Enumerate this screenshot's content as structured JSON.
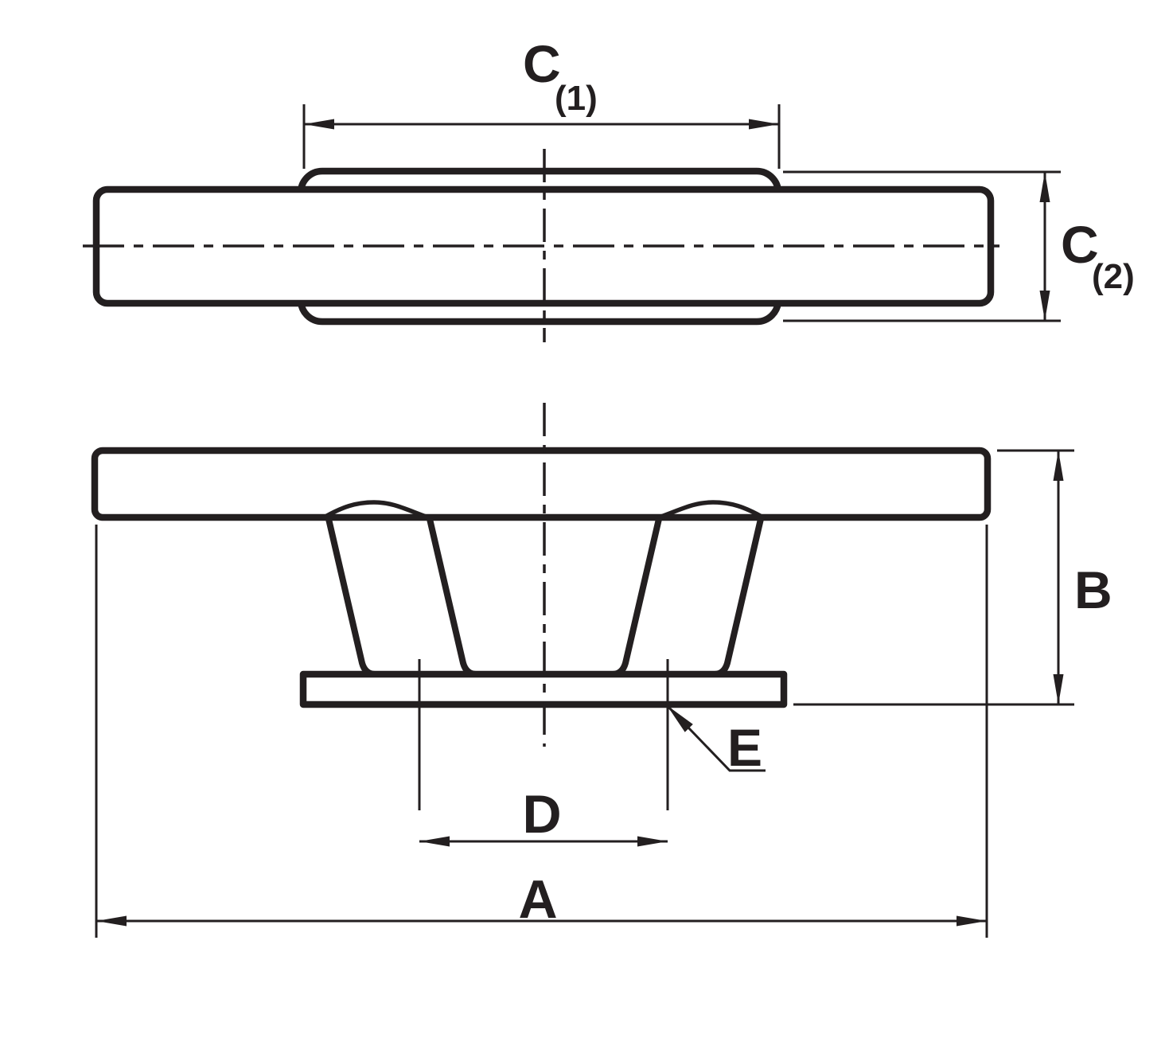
{
  "drawing_type": "technical-dimension-drawing",
  "part": "deck-cleat-two-view-drawing",
  "colors": {
    "ink": "#231f20",
    "background": "#ffffff"
  },
  "views": {
    "top_view_name": "plan-view-of-cleat-bar-and-base-pad",
    "front_view_name": "elevation-view-of-cleat-with-pedestal-and-base-plate"
  },
  "dimensions": {
    "c1": {
      "letter": "C",
      "subscript": "(1)"
    },
    "c2": {
      "letter": "C",
      "subscript": "(2)"
    },
    "a": {
      "letter": "A"
    },
    "b": {
      "letter": "B"
    },
    "d": {
      "letter": "D"
    },
    "e": {
      "letter": "E"
    }
  }
}
